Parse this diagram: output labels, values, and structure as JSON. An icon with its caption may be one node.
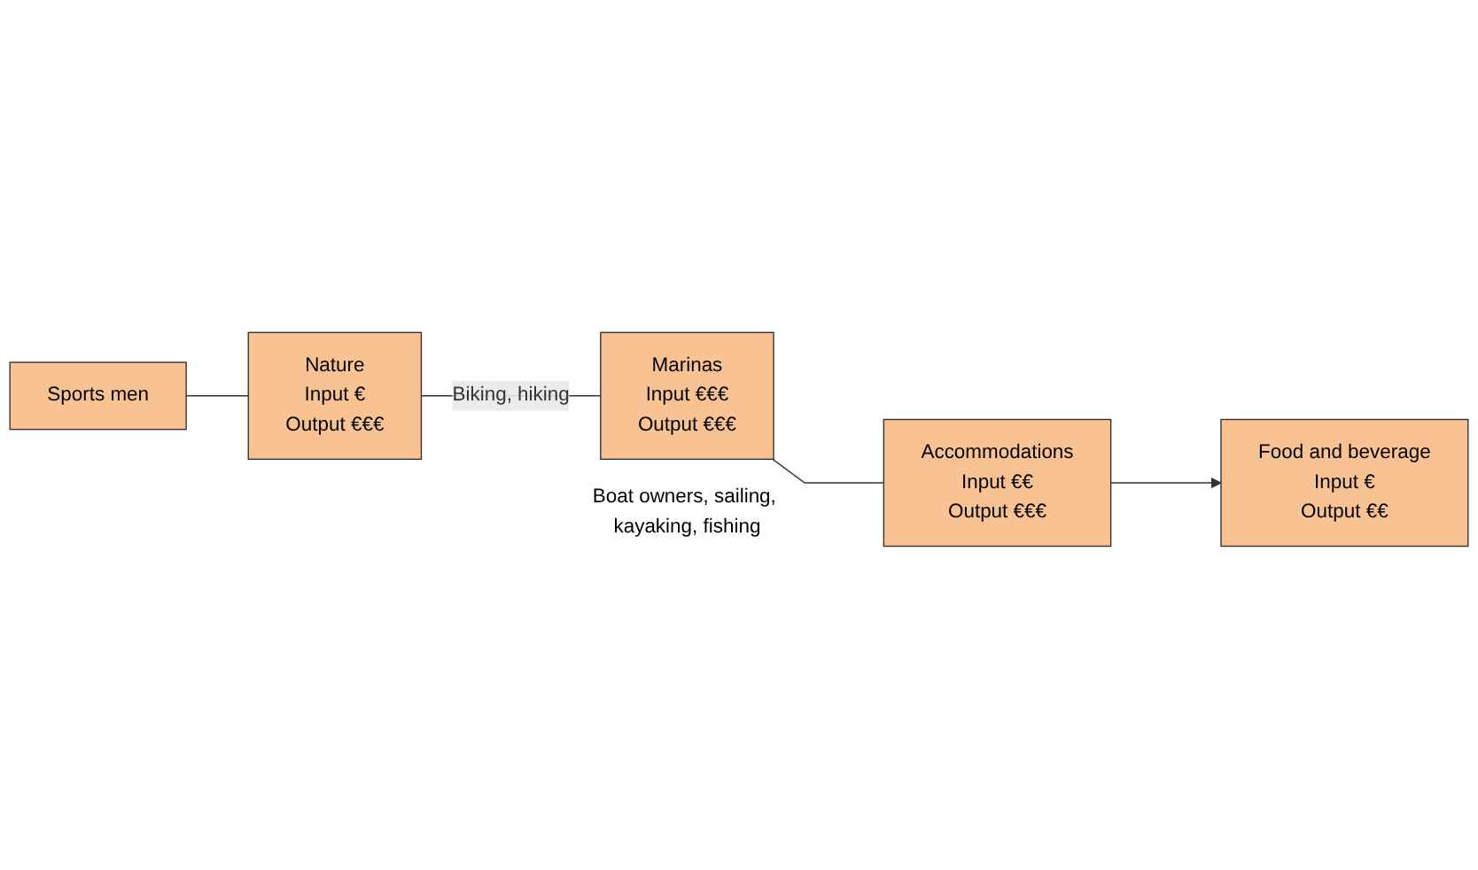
{
  "diagram": {
    "nodes": [
      {
        "text": [
          "Sports men"
        ]
      },
      {
        "text": [
          "Nature",
          "Input €",
          "Output €€€"
        ]
      },
      {
        "text": [
          "Marinas",
          "Input €€€",
          "Output €€€"
        ],
        "beside": [
          "Boat owners, sailing, kayaking, fishing"
        ]
      },
      {
        "text": [
          "Accommodations",
          "Input €€",
          "Output €€€"
        ]
      },
      {
        "text": [
          "Food and beverage",
          "Input €",
          "Output €€"
        ]
      }
    ],
    "edges": [
      {
        "from": 0,
        "to": 1,
        "arrow": "none"
      },
      {
        "from": 1,
        "to": 2,
        "arrow": "none",
        "label": "Biking, hiking"
      },
      {
        "from": 2,
        "to": 3,
        "arrow": "none"
      },
      {
        "from": 3,
        "to": 4,
        "arrow": "to"
      }
    ]
  }
}
